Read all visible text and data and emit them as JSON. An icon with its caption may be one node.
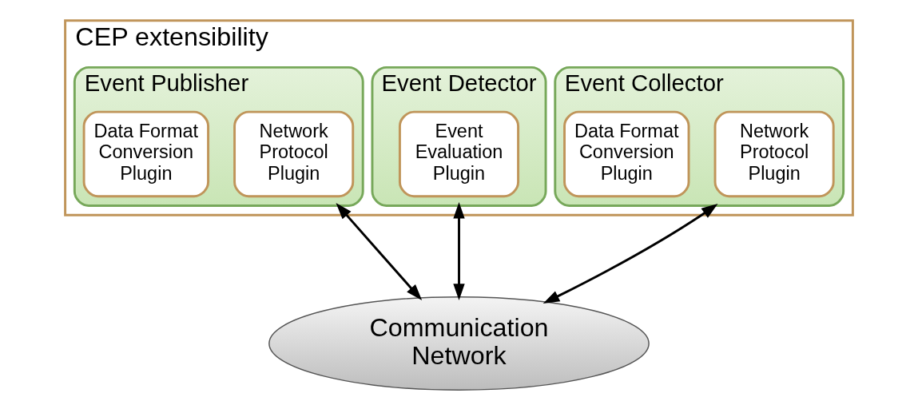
{
  "diagram": {
    "nodes": [
      {
        "text": [
          "CEP extensibility"
        ]
      },
      {
        "text": [
          "Event Collector"
        ],
        "in": 0
      },
      {
        "text": [
          "Network Protocol Plugin"
        ],
        "in": 1
      },
      {
        "text": [
          "Data Format Conversion Plugin"
        ],
        "in": 1
      },
      {
        "text": [
          "Event Detector"
        ],
        "in": 0
      },
      {
        "text": [
          "Event Evaluation Plugin"
        ],
        "in": 4
      },
      {
        "text": [
          "Event Publisher"
        ],
        "in": 0
      },
      {
        "text": [
          "Network Protocol Plugin"
        ],
        "in": 6
      },
      {
        "text": [
          "Data Format Conversion Plugin"
        ],
        "in": 6
      },
      {
        "text": [
          "Communication Network"
        ]
      }
    ],
    "edges": [
      {
        "from": 1,
        "to": 9,
        "arrow": "both"
      },
      {
        "from": 4,
        "to": 9,
        "arrow": "both"
      },
      {
        "from": 6,
        "to": 9,
        "arrow": "both"
      }
    ]
  }
}
